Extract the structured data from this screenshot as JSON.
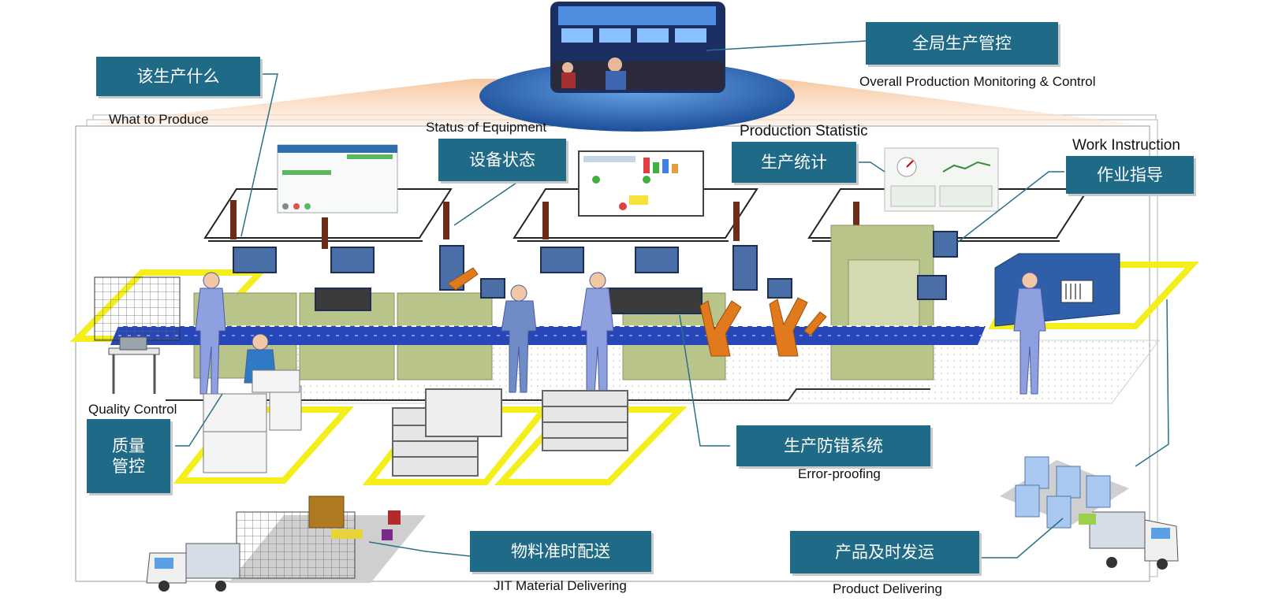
{
  "labels": {
    "global_control": {
      "zh": "全局生产管控",
      "en": "Overall Production Monitoring & Control"
    },
    "what_to_produce": {
      "zh": "该生产什么",
      "en": "What to Produce"
    },
    "equipment_status": {
      "zh": "设备状态",
      "en": "Status of Equipment"
    },
    "production_stats": {
      "zh": "生产统计",
      "en": "Production Statistic"
    },
    "work_instruction": {
      "zh": "作业指导",
      "en": "Work Instruction"
    },
    "quality_control": {
      "zh_line1": "质量",
      "zh_line2": "管控",
      "en": "Quality Control"
    },
    "error_proofing": {
      "zh": "生产防错系统",
      "en": "Error-proofing"
    },
    "jit_material": {
      "zh": "物料准时配送",
      "en": "JIT Material Delivering"
    },
    "product_delivery": {
      "zh": "产品及时发运",
      "en": "Product Delivering"
    }
  },
  "colors": {
    "tag_bg": "#1f6a86",
    "conveyor": "#2746b8",
    "robot": "#e07a1c",
    "safety_zone": "#f4ee1a",
    "operator": "#8ea0e0",
    "machine": "#b8c48a",
    "control_room_disc": "#2e6fc0"
  }
}
